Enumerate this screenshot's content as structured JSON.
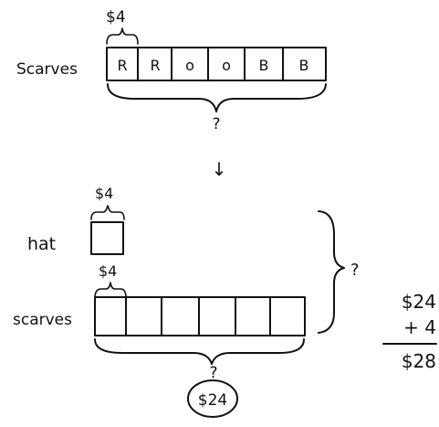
{
  "top_model": {
    "label": "Scarves",
    "unit_price": "$4",
    "cells": [
      "R",
      "R",
      "o",
      "o",
      "B",
      "B"
    ],
    "total_question": "?"
  },
  "arrow": "↓",
  "bottom_model": {
    "hat": {
      "label": "hat",
      "price": "$4"
    },
    "scarves": {
      "label": "scarves",
      "unit_price": "$4",
      "cell_count": 6,
      "question": "?",
      "answer": "$24"
    },
    "combined_question": "?"
  },
  "calculation": {
    "addend1": "$24",
    "addend2": "+ 4",
    "sum": "$28"
  }
}
